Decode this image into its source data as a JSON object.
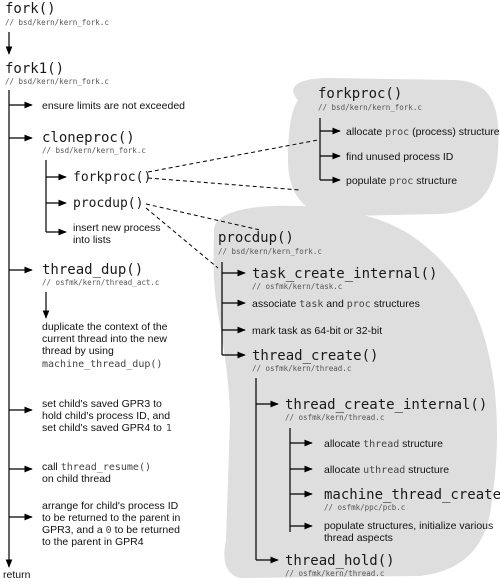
{
  "fork": {
    "name": "fork()",
    "path": "// bsd/kern/kern_fork.c"
  },
  "fork1": {
    "name": "fork1()",
    "path": "// bsd/kern/kern_fork.c"
  },
  "limits": "ensure limits are not exceeded",
  "cloneproc": {
    "name": "cloneproc()",
    "path": "// bsd/kern/kern_fork.c"
  },
  "forkproc_call": "forkproc()",
  "procdup_call": "procdup()",
  "insert": [
    "insert new process",
    "into lists"
  ],
  "thread_dup": {
    "name": "thread_dup()",
    "path": "// osfmk/kern/thread_act.c"
  },
  "dup_context": [
    "duplicate the context of the",
    "current thread into the new",
    "thread by using"
  ],
  "dup_context_fn": "machine_thread_dup()",
  "gpr": [
    "set child's saved GPR3 to",
    "hold child's process ID, and",
    "set child's saved GPR4 to"
  ],
  "gpr_value": "1",
  "call_prefix": "call ",
  "call_fn": "thread_resume()",
  "call_suffix": "on child thread",
  "arrange": [
    "arrange for child's process ID",
    "to be returned to the parent in"
  ],
  "arrange_gpr3_a": "GPR3, and a ",
  "arrange_zero": "0",
  "arrange_gpr3_b": " to be returned",
  "arrange_last": "to the parent in GPR4",
  "return_label": "return",
  "forkproc_detail": {
    "name": "forkproc()",
    "path": "// bsd/kern/kern_fork.c",
    "alloc_a": "allocate ",
    "alloc_proc": "proc",
    "alloc_b": " (process) structure",
    "find_pid": "find unused process ID",
    "pop_a": "populate ",
    "pop_proc": "proc",
    "pop_b": " structure"
  },
  "procdup_detail": {
    "name": "procdup()",
    "path": "// bsd/kern/kern_fork.c",
    "tci": {
      "name": "task_create_internal()",
      "path": "// osfmk/kern/task.c"
    },
    "assoc_a": "associate ",
    "assoc_task": "task",
    "assoc_and": " and ",
    "assoc_proc": "proc",
    "assoc_b": " structures",
    "mark": "mark task as 64-bit or 32-bit",
    "thread_create": {
      "name": "thread_create()",
      "path": "// osfmk/kern/thread.c"
    },
    "thread_create_internal": {
      "name": "thread_create_internal()",
      "path": "// osfmk/kern/thread.c"
    },
    "alloc_thread_a": "allocate ",
    "alloc_thread_fn": "thread",
    "alloc_thread_b": " structure",
    "alloc_uthread_a": "allocate ",
    "alloc_uthread_fn": "uthread",
    "alloc_uthread_b": " structure",
    "mtc": {
      "name": "machine_thread_create()",
      "path": "// osfmk/ppc/pcb.c"
    },
    "populate": [
      "populate structures, initialize various",
      "thread aspects"
    ],
    "thread_hold": {
      "name": "thread_hold()",
      "path": "// osfmk/kern/thread.c"
    }
  }
}
